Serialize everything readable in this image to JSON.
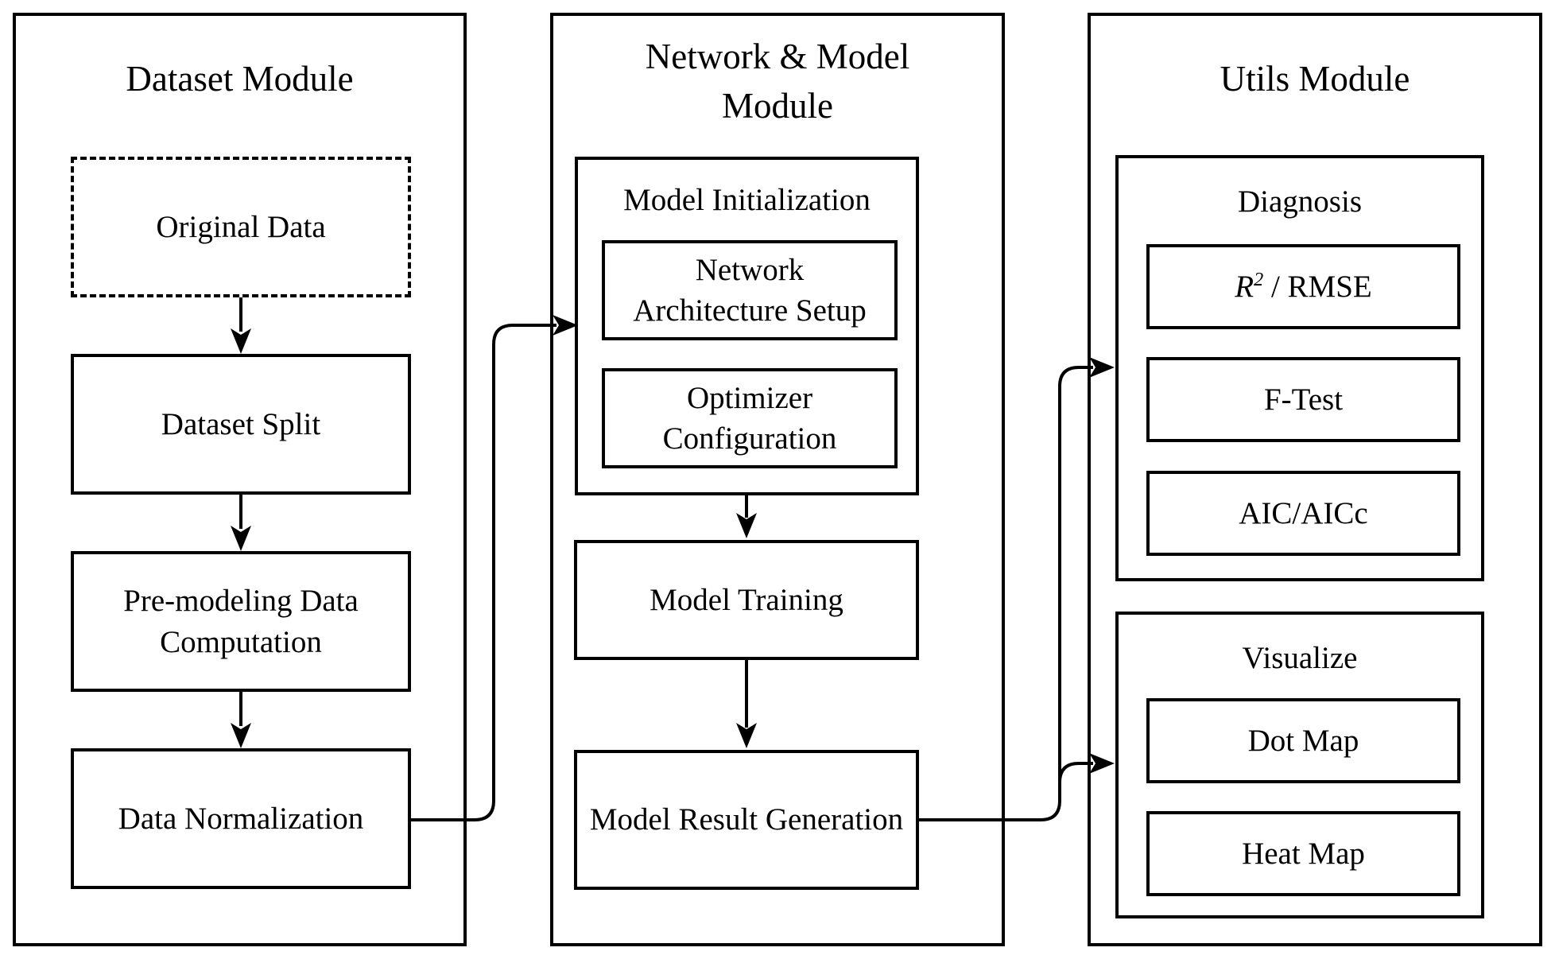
{
  "colors": {
    "background": "#ffffff",
    "stroke": "#000000",
    "text": "#000000"
  },
  "modules": {
    "dataset": {
      "title": "Dataset Module",
      "boxes": {
        "original_data": {
          "label": "Original Data",
          "style": "dashed"
        },
        "dataset_split": {
          "label": "Dataset Split"
        },
        "pre_modeling": {
          "label": "Pre-modeling Data\nComputation"
        },
        "data_normalization": {
          "label": "Data Normalization"
        }
      }
    },
    "network_model": {
      "title": "Network & Model\nModule",
      "model_initialization": {
        "label": "Model Initialization",
        "boxes": {
          "network_architecture_setup": {
            "label": "Network\nArchitecture Setup"
          },
          "optimizer_configuration": {
            "label": "Optimizer\nConfiguration"
          }
        }
      },
      "model_training": {
        "label": "Model Training"
      },
      "model_result_generation": {
        "label": "Model Result Generation"
      }
    },
    "utils": {
      "title": "Utils Module",
      "diagnosis": {
        "label": "Diagnosis",
        "boxes": {
          "r2_rmse": {
            "base": "R",
            "superscript": "2",
            "suffix": " / RMSE"
          },
          "f_test": {
            "label": "F-Test"
          },
          "aic_aicc": {
            "label": "AIC/AICc"
          }
        }
      },
      "visualize": {
        "label": "Visualize",
        "boxes": {
          "dot_map": {
            "label": "Dot Map"
          },
          "heat_map": {
            "label": "Heat Map"
          }
        }
      }
    }
  },
  "connectors": [
    {
      "from": "original-data",
      "to": "dataset-split",
      "type": "arrow-down"
    },
    {
      "from": "dataset-split",
      "to": "pre-modeling-data-computation",
      "type": "arrow-down"
    },
    {
      "from": "pre-modeling-data-computation",
      "to": "data-normalization",
      "type": "arrow-down"
    },
    {
      "from": "data-normalization",
      "to": "model-initialization",
      "type": "elbow-arrow-right-up-right"
    },
    {
      "from": "model-initialization",
      "to": "model-training",
      "type": "arrow-down"
    },
    {
      "from": "model-training",
      "to": "model-result-generation",
      "type": "arrow-down"
    },
    {
      "from": "model-result-generation",
      "to": "diagnosis",
      "type": "elbow-arrow-right-up-right"
    },
    {
      "from": "model-result-generation",
      "to": "visualize",
      "type": "elbow-arrow-right-up-right"
    }
  ]
}
